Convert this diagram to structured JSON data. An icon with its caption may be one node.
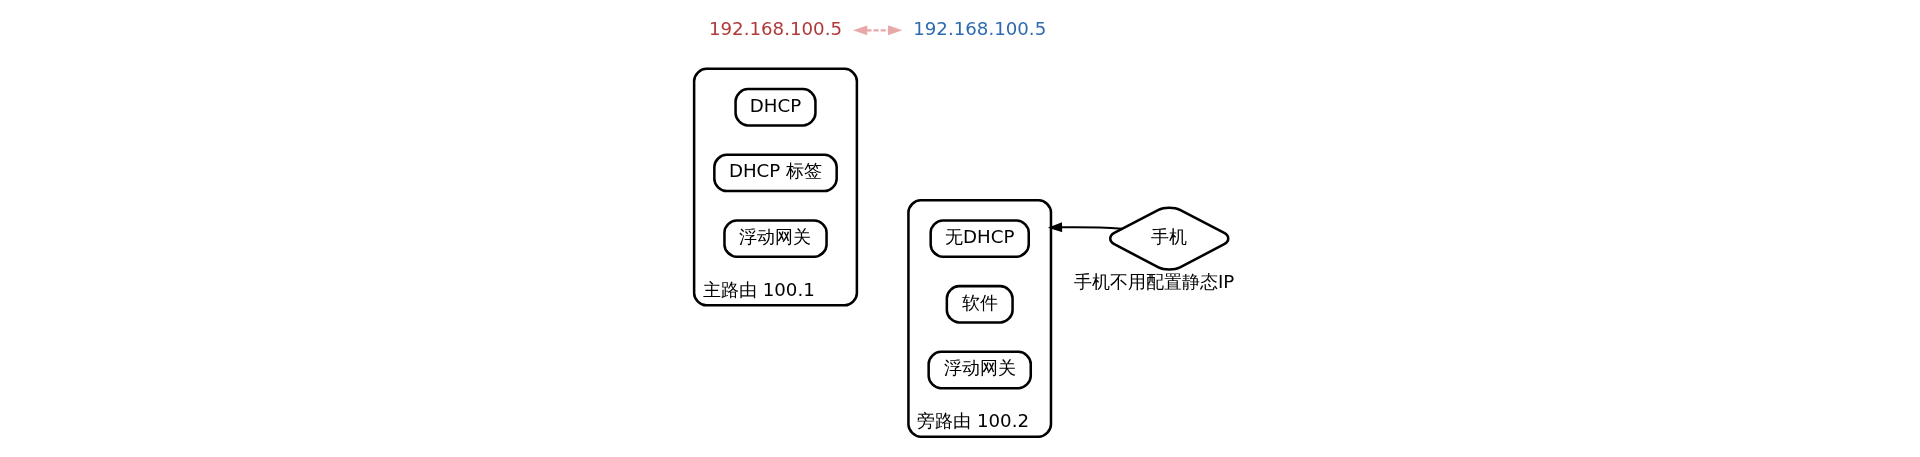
{
  "diagram": {
    "nodes": [
      {
        "text": [
          "主路由 100.1"
        ]
      },
      {
        "text": [
          "DHCP"
        ],
        "in": 0
      },
      {
        "text": [
          "DHCP 标签"
        ],
        "in": 0
      },
      {
        "text": [
          "浮动网关"
        ],
        "in": 0
      },
      {
        "text": [
          "旁路由 100.2"
        ]
      },
      {
        "text": [
          "无DHCP"
        ],
        "in": 4
      },
      {
        "text": [
          "软件"
        ],
        "in": 4
      },
      {
        "text": [
          "浮动网关"
        ],
        "in": 4
      },
      {
        "text": [
          "手机"
        ],
        "beside": [
          "手机不用配置静态IP"
        ]
      },
      {
        "text": [
          "192.168.100.5"
        ]
      },
      {
        "text": [
          "192.168.100.5"
        ]
      }
    ],
    "edges": [
      {
        "from": 8,
        "to": 4,
        "arrow": "to"
      },
      {
        "from": 9,
        "to": 10,
        "arrow": "both",
        "style": "dashed",
        "color": "#e8a8a8"
      }
    ]
  }
}
